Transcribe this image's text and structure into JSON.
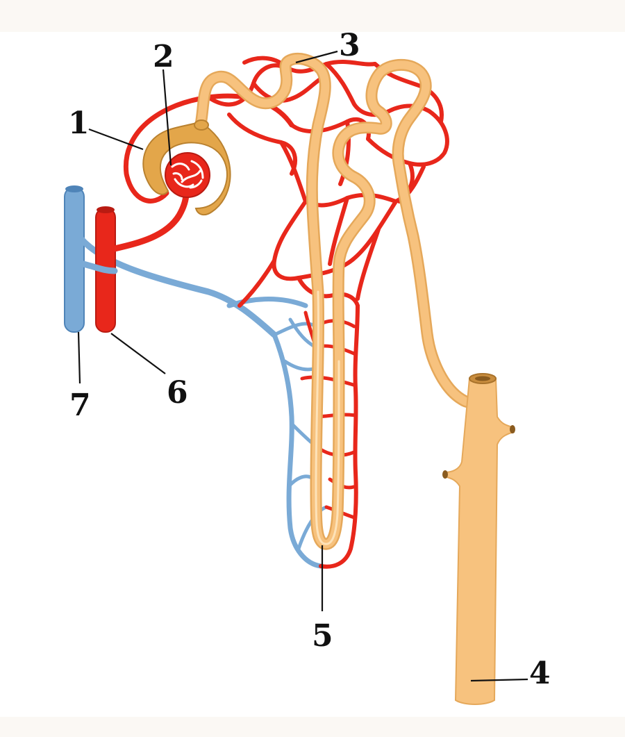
{
  "labels": [
    {
      "id": "1",
      "text": "1"
    },
    {
      "id": "2",
      "text": "2"
    },
    {
      "id": "3",
      "text": "3"
    },
    {
      "id": "4",
      "text": "4"
    },
    {
      "id": "5",
      "text": "5"
    },
    {
      "id": "6",
      "text": "6"
    },
    {
      "id": "7",
      "text": "7"
    }
  ],
  "colors": {
    "tubule": "#f7c27e",
    "tubule_outline": "#e5a85a",
    "capsule": "#e3a64a",
    "artery": "#e8271b",
    "vein": "#7aaad6",
    "background": "#ffffff"
  }
}
